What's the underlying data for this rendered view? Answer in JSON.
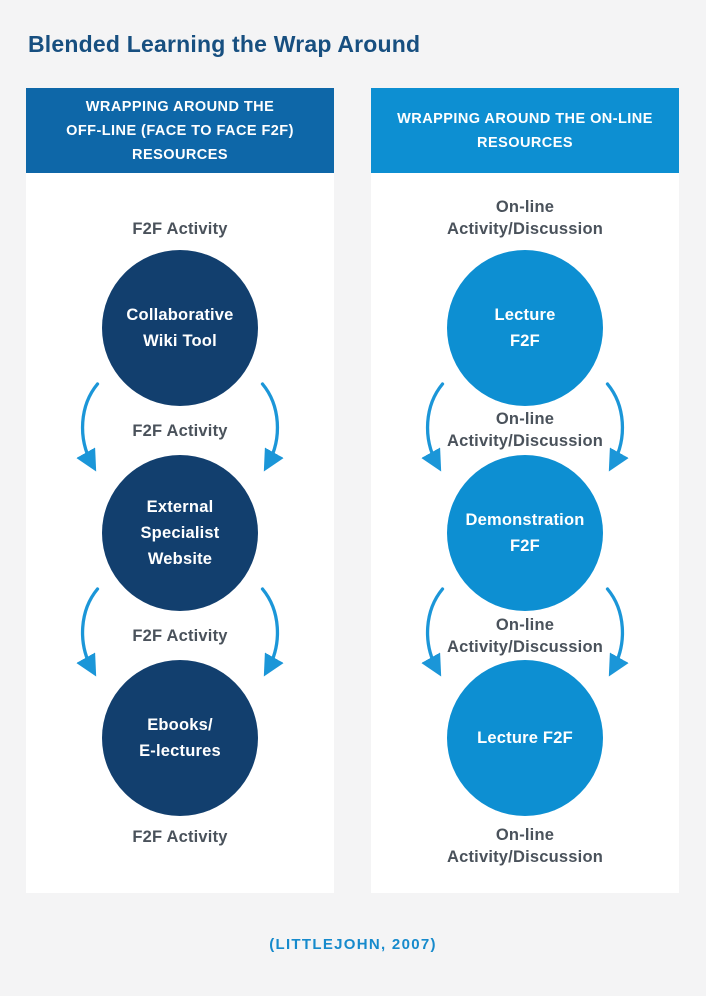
{
  "title": "Blended Learning the Wrap Around",
  "citation": "(LITTLEJOHN, 2007)",
  "colors": {
    "page_background": "#f4f4f5",
    "card_background": "#ffffff",
    "offline_header_background": "#0e67a8",
    "offline_circle": "#123f6e",
    "online_header_background": "#0d8fd2",
    "online_circle": "#0d8fd2",
    "arrow": "#1b96d8",
    "title_text": "#174f80",
    "flow_label_text": "#4a525b",
    "citation_text": "#168acc",
    "header_text": "#ffffff",
    "circle_text": "#ffffff"
  },
  "columns": [
    {
      "name": "offline",
      "header_lines": [
        "WRAPPING AROUND THE",
        "OFF-LINE (FACE TO FACE F2F)",
        "RESOURCES"
      ],
      "labels": [
        [
          "F2F Activity"
        ],
        [
          "F2F Activity"
        ],
        [
          "F2F Activity"
        ],
        [
          "F2F Activity"
        ]
      ],
      "circles": [
        [
          "Collaborative",
          "Wiki Tool"
        ],
        [
          "External",
          "Specialist",
          "Website"
        ],
        [
          "Ebooks/",
          "E-lectures"
        ]
      ]
    },
    {
      "name": "online",
      "header_lines": [
        "WRAPPING AROUND THE ON-LINE",
        "RESOURCES"
      ],
      "labels": [
        [
          "On-line",
          "Activity/Discussion"
        ],
        [
          "On-line",
          "Activity/Discussion"
        ],
        [
          "On-line",
          "Activity/Discussion"
        ],
        [
          "On-line",
          "Activity/Discussion"
        ]
      ],
      "circles": [
        [
          "Lecture",
          "F2F"
        ],
        [
          "Demonstration",
          "F2F"
        ],
        [
          "Lecture F2F"
        ]
      ]
    }
  ]
}
